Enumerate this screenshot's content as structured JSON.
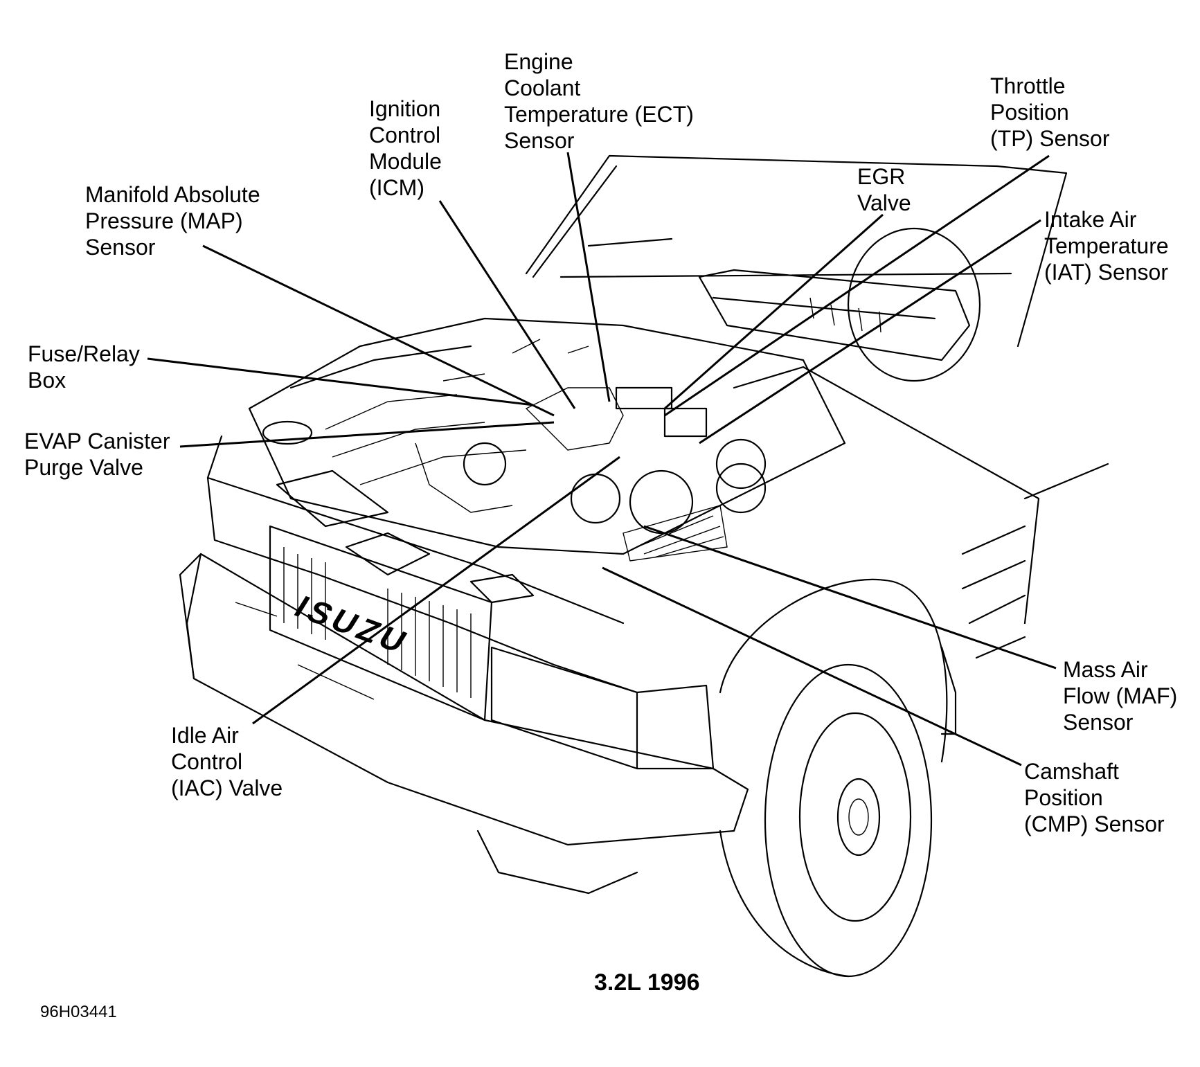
{
  "labels": {
    "ect": [
      "Engine",
      "Coolant",
      "Temperature (ECT)",
      "Sensor"
    ],
    "icm": [
      "Ignition",
      "Control",
      "Module",
      "(ICM)"
    ],
    "tp": [
      "Throttle",
      "Position",
      "(TP) Sensor"
    ],
    "egr": [
      "EGR",
      "Valve"
    ],
    "map": [
      "Manifold Absolute",
      "Pressure (MAP)",
      "Sensor"
    ],
    "iat": [
      "Intake Air",
      "Temperature",
      "(IAT) Sensor"
    ],
    "fuse": [
      "Fuse/Relay",
      "Box"
    ],
    "evap": [
      "EVAP Canister",
      "Purge Valve"
    ],
    "maf": [
      "Mass Air",
      "Flow (MAF)",
      "Sensor"
    ],
    "iac": [
      "Idle Air",
      "Control",
      "(IAC) Valve"
    ],
    "cmp": [
      "Camshaft",
      "Position",
      "(CMP) Sensor"
    ]
  },
  "grille_badge": "ISUZU",
  "caption": "3.2L 1996",
  "figure_id": "96H03441"
}
